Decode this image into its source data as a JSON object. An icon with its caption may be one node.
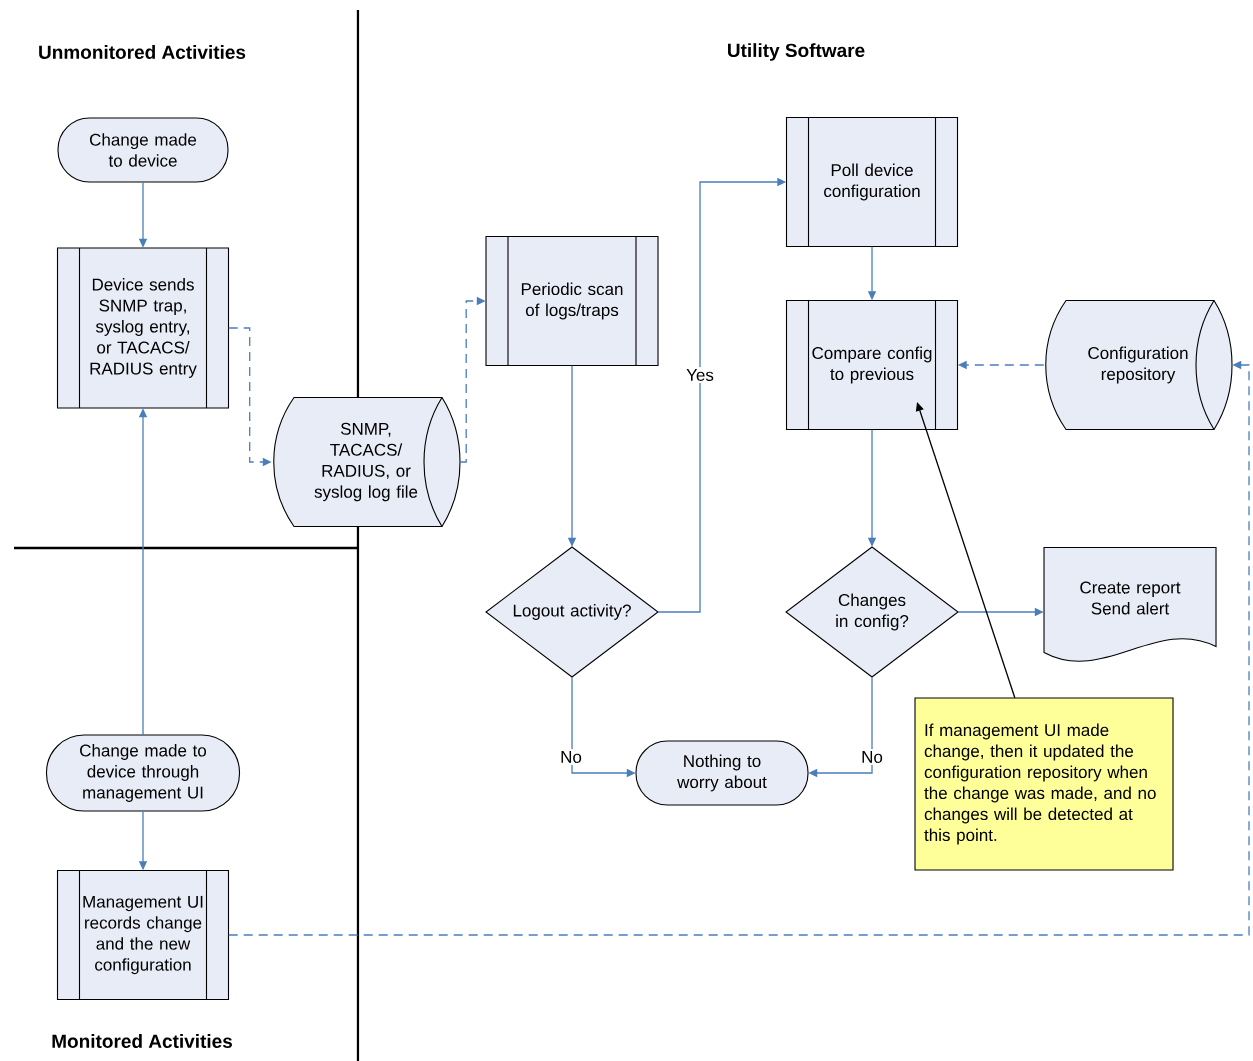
{
  "diagram": {
    "nodes": [
      {
        "text": [
          "Change made to device"
        ]
      },
      {
        "text": [
          "Device sends SNMP trap, syslog entry, or TACACS/ RADIUS entry"
        ]
      },
      {
        "text": [
          "SNMP, TACACS/ RADIUS, or syslog log file"
        ]
      },
      {
        "text": [
          "Periodic scan of logs/traps"
        ]
      },
      {
        "text": [
          "Poll device configuration"
        ]
      },
      {
        "text": [
          "Compare config to previous"
        ]
      },
      {
        "text": [
          "Configuration repository"
        ]
      },
      {
        "text": [
          "Logout activity?"
        ]
      },
      {
        "text": [
          "Changes in config?"
        ]
      },
      {
        "text": [
          "Create report Send alert"
        ]
      },
      {
        "text": [
          "Nothing to worry about"
        ]
      },
      {
        "text": [
          "If management UI made change, then it updated the configuration repository when the change was made, and no changes will be detected at this point."
        ]
      },
      {
        "text": [
          "Change made to device through management UI"
        ]
      },
      {
        "text": [
          "Management UI records change and the new configuration"
        ]
      }
    ],
    "edges": [
      {
        "from": 0,
        "to": 1,
        "arrow": "to"
      },
      {
        "from": 12,
        "to": 1,
        "arrow": "to"
      },
      {
        "from": 12,
        "to": 13,
        "arrow": "to"
      },
      {
        "from": 1,
        "to": 2,
        "arrow": "to",
        "style": "dashed"
      },
      {
        "from": 2,
        "to": 3,
        "arrow": "to",
        "style": "dashed"
      },
      {
        "from": 3,
        "to": 7,
        "arrow": "to"
      },
      {
        "from": 7,
        "to": 4,
        "arrow": "to",
        "label": "Yes"
      },
      {
        "from": 4,
        "to": 5,
        "arrow": "to"
      },
      {
        "from": 5,
        "to": 8,
        "arrow": "to"
      },
      {
        "from": 6,
        "to": 5,
        "arrow": "to",
        "style": "dashed"
      },
      {
        "from": 8,
        "to": 9,
        "arrow": "to"
      },
      {
        "from": 7,
        "to": 10,
        "arrow": "to",
        "label": "No"
      },
      {
        "from": 8,
        "to": 10,
        "arrow": "to",
        "label": "No"
      },
      {
        "from": 11,
        "to": 5,
        "arrow": "to",
        "color": "#000000"
      },
      {
        "from": 13,
        "to": 6,
        "arrow": "to",
        "style": "dashed"
      }
    ],
    "labels": [
      "Unmonitored Activities",
      "Utility Software",
      "Monitored Activities"
    ]
  }
}
